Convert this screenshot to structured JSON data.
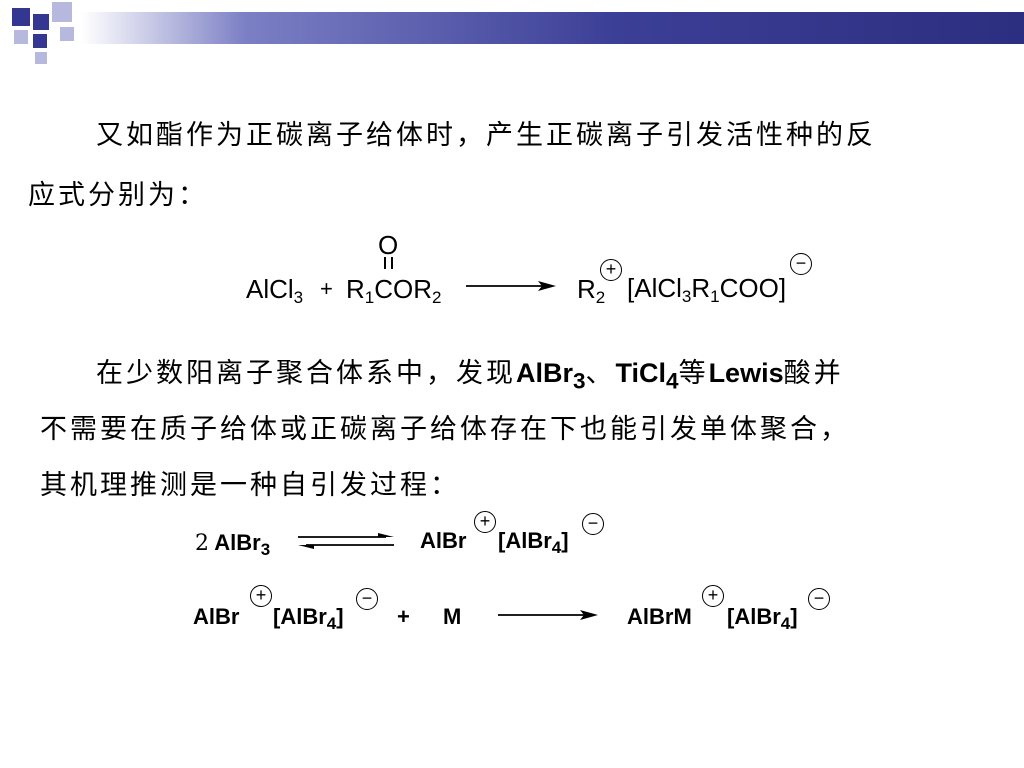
{
  "intro": {
    "line1": "又如酯作为正碳离子给体时，产生正碳离子引发活性种的反",
    "line2": "应式分别为："
  },
  "reaction1": {
    "carbonyl_o": "O",
    "reactant_a": "AlCl",
    "reactant_a_sub": "3",
    "plus": "+",
    "reactant_b_r1": "R",
    "reactant_b_r1_sub": "1",
    "reactant_b_mid": "COR",
    "reactant_b_r2_sub": "2",
    "product_r": "R",
    "product_r_sub": "2",
    "product_anion_1": "[AlCl",
    "product_anion_sub1": "3",
    "product_anion_2": "R",
    "product_anion_sub2": "1",
    "product_anion_3": "COO]",
    "plus_sign": "+",
    "minus_sign": "−"
  },
  "para2": {
    "l1_a": "在少数阳离子聚合体系中，发现",
    "l1_albr": "AlBr",
    "l1_albr_sub": "3",
    "l1_sep": "、",
    "l1_ticl": "TiCl",
    "l1_ticl_sub": "4",
    "l1_deng": "等",
    "l1_lewis": "Lewis",
    "l1_end": "酸并",
    "l2": "不需要在质子给体或正碳离子给体存在下也能引发单体聚合，",
    "l3": "其机理推测是一种自引发过程："
  },
  "reaction2": {
    "coef": "2",
    "reactant": "AlBr",
    "reactant_sub": "3",
    "cation": "AlBr",
    "anion": "[AlBr",
    "anion_sub": "4",
    "anion_end": "]",
    "plus_sign": "+",
    "minus_sign": "−"
  },
  "reaction3": {
    "cation": "AlBr",
    "anion": "[AlBr",
    "anion_sub": "4",
    "anion_end": "]",
    "plus": "+",
    "monomer": "M",
    "product_cation": "AlBrM",
    "product_anion": "[AlBr",
    "product_anion_sub": "4",
    "product_anion_end": "]",
    "plus_sign": "+",
    "minus_sign": "−"
  },
  "colors": {
    "header_dark": "#343791",
    "header_light": "#b6b8de"
  }
}
